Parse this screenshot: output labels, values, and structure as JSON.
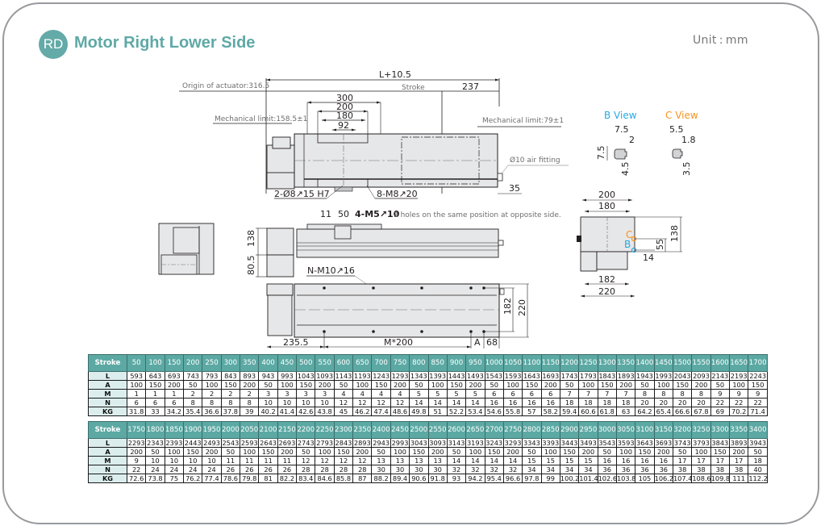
{
  "header": {
    "badge": "RD",
    "title": "Motor Right Lower Side",
    "unit": "Unit : mm"
  },
  "colors": {
    "accent": "#5fa9a6",
    "table_header_bg": "#5ca9a4",
    "row_label_bg": "#dbeeed",
    "b_view": "#27a9e1",
    "c_view": "#f7931e"
  },
  "drawing": {
    "top_view": {
      "overall_length": "L+10.5",
      "origin_label": "Origin of actuator:316.5",
      "stroke_label": "Stroke",
      "end_dim": "237",
      "mech_limit_left": "Mechanical limit:158.5±1",
      "mech_limit_right": "Mechanical limit:79±1",
      "carriage_dims": [
        "300",
        "200",
        "180",
        "92"
      ],
      "pin_hole": "2-Ø8↗15 H7",
      "tapped_holes": "8-M8↗20",
      "air_fitting": "Ø10 air fitting",
      "air_fitting_offset": "35"
    },
    "side_view": {
      "dim_11": "11",
      "dim_50": "50",
      "tapped_note": "4-M5↗10",
      "tapped_note_extra": "2 holes on the same position at opposite side.",
      "height_upper": "138",
      "height_lower": "80.5"
    },
    "bottom_view": {
      "mount_holes": "N-M10↗16",
      "left_offset": "235.5",
      "pitch": "M*200",
      "a_label": "A",
      "end_offset": "68",
      "width_inner": "182",
      "width_outer": "220"
    },
    "end_view": {
      "top_outer": "200",
      "top_inner": "180",
      "bottom_inner": "182",
      "bottom_outer": "220",
      "height": "138",
      "c_mark": "C",
      "b_mark": "B",
      "dim_55": "55",
      "dim_14": "14"
    },
    "b_view": {
      "title": "B View",
      "width": "7.5",
      "slot": "2",
      "height": "7.5",
      "depth": "4.5"
    },
    "c_view": {
      "title": "C View",
      "width": "5.5",
      "slot": "1.8",
      "depth": "3.5"
    }
  },
  "tables": [
    {
      "header_label": "Stroke",
      "strokes": [
        "50",
        "100",
        "150",
        "200",
        "250",
        "300",
        "350",
        "400",
        "450",
        "500",
        "550",
        "600",
        "650",
        "700",
        "750",
        "800",
        "850",
        "900",
        "950",
        "1000",
        "1050",
        "1100",
        "1150",
        "1200",
        "1250",
        "1300",
        "1350",
        "1400",
        "1450",
        "1500",
        "1550",
        "1600",
        "1650",
        "1700"
      ],
      "rows": [
        {
          "label": "L",
          "values": [
            "593",
            "643",
            "693",
            "743",
            "793",
            "843",
            "893",
            "943",
            "993",
            "1043",
            "1093",
            "1143",
            "1193",
            "1243",
            "1293",
            "1343",
            "1393",
            "1443",
            "1493",
            "1543",
            "1593",
            "1643",
            "1693",
            "1743",
            "1793",
            "1843",
            "1893",
            "1943",
            "1993",
            "2043",
            "2093",
            "2143",
            "2193",
            "2243"
          ]
        },
        {
          "label": "A",
          "values": [
            "100",
            "150",
            "200",
            "50",
            "100",
            "150",
            "200",
            "50",
            "100",
            "150",
            "200",
            "50",
            "100",
            "150",
            "200",
            "50",
            "100",
            "150",
            "200",
            "50",
            "100",
            "150",
            "200",
            "50",
            "100",
            "150",
            "200",
            "50",
            "100",
            "150",
            "200",
            "50",
            "100",
            "150"
          ]
        },
        {
          "label": "M",
          "values": [
            "1",
            "1",
            "1",
            "2",
            "2",
            "2",
            "2",
            "3",
            "3",
            "3",
            "3",
            "4",
            "4",
            "4",
            "4",
            "5",
            "5",
            "5",
            "5",
            "6",
            "6",
            "6",
            "6",
            "7",
            "7",
            "7",
            "7",
            "8",
            "8",
            "8",
            "8",
            "9",
            "9",
            "9"
          ]
        },
        {
          "label": "N",
          "values": [
            "6",
            "6",
            "6",
            "8",
            "8",
            "8",
            "8",
            "10",
            "10",
            "10",
            "10",
            "12",
            "12",
            "12",
            "12",
            "14",
            "14",
            "14",
            "14",
            "16",
            "16",
            "16",
            "16",
            "18",
            "18",
            "18",
            "18",
            "20",
            "20",
            "20",
            "20",
            "22",
            "22",
            "22"
          ]
        },
        {
          "label": "KG",
          "values": [
            "31.8",
            "33",
            "34.2",
            "35.4",
            "36.6",
            "37.8",
            "39",
            "40.2",
            "41.4",
            "42.6",
            "43.8",
            "45",
            "46.2",
            "47.4",
            "48.6",
            "49.8",
            "51",
            "52.2",
            "53.4",
            "54.6",
            "55.8",
            "57",
            "58.2",
            "59.4",
            "60.6",
            "61.8",
            "63",
            "64.2",
            "65.4",
            "66.6",
            "67.8",
            "69",
            "70.2",
            "71.4"
          ]
        }
      ]
    },
    {
      "header_label": "Stroke",
      "strokes": [
        "1750",
        "1800",
        "1850",
        "1900",
        "1950",
        "2000",
        "2050",
        "2100",
        "2150",
        "2200",
        "2250",
        "2300",
        "2350",
        "2400",
        "2450",
        "2500",
        "2550",
        "2600",
        "2650",
        "2700",
        "2750",
        "2800",
        "2850",
        "2900",
        "2950",
        "3000",
        "3050",
        "3100",
        "3150",
        "3200",
        "3250",
        "3300",
        "3350",
        "3400"
      ],
      "rows": [
        {
          "label": "L",
          "values": [
            "2293",
            "2343",
            "2393",
            "2443",
            "2493",
            "2543",
            "2593",
            "2643",
            "2693",
            "2743",
            "2793",
            "2843",
            "2893",
            "2943",
            "2993",
            "3043",
            "3093",
            "3143",
            "3193",
            "3243",
            "3293",
            "3343",
            "3393",
            "3443",
            "3493",
            "3543",
            "3593",
            "3643",
            "3693",
            "3743",
            "3793",
            "3843",
            "3893",
            "3943"
          ]
        },
        {
          "label": "A",
          "values": [
            "200",
            "50",
            "100",
            "150",
            "200",
            "50",
            "100",
            "150",
            "200",
            "50",
            "100",
            "150",
            "200",
            "50",
            "100",
            "150",
            "200",
            "50",
            "100",
            "150",
            "200",
            "50",
            "100",
            "150",
            "200",
            "50",
            "100",
            "150",
            "200",
            "50",
            "100",
            "150",
            "200",
            "50"
          ]
        },
        {
          "label": "M",
          "values": [
            "9",
            "10",
            "10",
            "10",
            "10",
            "11",
            "11",
            "11",
            "11",
            "12",
            "12",
            "12",
            "12",
            "13",
            "13",
            "13",
            "13",
            "14",
            "14",
            "14",
            "14",
            "15",
            "15",
            "15",
            "15",
            "16",
            "16",
            "16",
            "16",
            "17",
            "17",
            "17",
            "17",
            "18"
          ]
        },
        {
          "label": "N",
          "values": [
            "22",
            "24",
            "24",
            "24",
            "24",
            "26",
            "26",
            "26",
            "26",
            "28",
            "28",
            "28",
            "28",
            "30",
            "30",
            "30",
            "30",
            "32",
            "32",
            "32",
            "32",
            "34",
            "34",
            "34",
            "34",
            "36",
            "36",
            "36",
            "36",
            "38",
            "38",
            "38",
            "38",
            "40"
          ]
        },
        {
          "label": "KG",
          "values": [
            "72.6",
            "73.8",
            "75",
            "76.2",
            "77.4",
            "78.6",
            "79.8",
            "81",
            "82.2",
            "83.4",
            "84.6",
            "85.8",
            "87",
            "88.2",
            "89.4",
            "90.6",
            "91.8",
            "93",
            "94.2",
            "95.4",
            "96.6",
            "97.8",
            "99",
            "100.2",
            "101.4",
            "102.6",
            "103.8",
            "105",
            "106.2",
            "107.4",
            "108.6",
            "109.8",
            "111",
            "112.2"
          ]
        }
      ]
    }
  ]
}
